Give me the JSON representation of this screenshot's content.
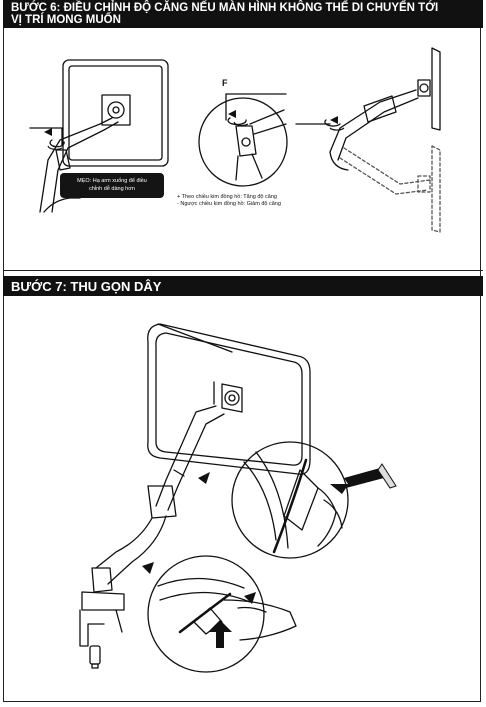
{
  "step6": {
    "title_line1": "BƯỚC 6: ĐIỀU CHỈNH ĐỘ CĂNG NẾU MÀN HÌNH KHÔNG THỂ DI CHUYỂN TỚI",
    "title_line2": "VỊ TRÍ  MONG MUỐN",
    "tip_line1": "MẸO: Hạ arm xuống để điều",
    "tip_line2": "chỉnh dễ dàng hơn",
    "note_clockwise": "+ Theo chiều kim đồng hồ: Tăng độ căng",
    "note_counterclockwise": "- Ngược chiều kim đồng hồ: Giảm độ căng",
    "callout_label": "F"
  },
  "step7": {
    "title": "BƯỚC 7: THU GỌN DÂY"
  }
}
